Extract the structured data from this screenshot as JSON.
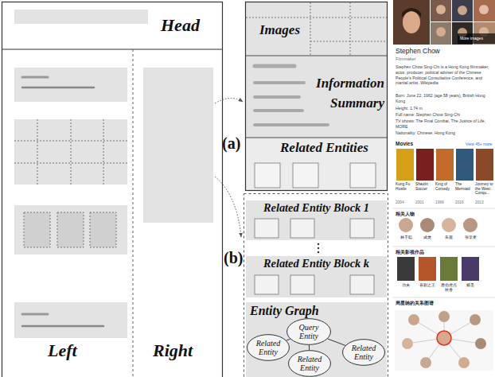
{
  "diagram": {
    "nodes": [
      {
        "text": [
          "Head"
        ]
      },
      {
        "text": [
          "Left"
        ]
      },
      {
        "text": [
          "Right"
        ]
      },
      {
        "text": [
          "Images"
        ]
      },
      {
        "text": [
          "Information Summary"
        ]
      },
      {
        "text": [
          "Related Entities"
        ]
      },
      {
        "text": [
          "Related Entity Block 1"
        ]
      },
      {
        "text": [
          "Related Entity Block k"
        ]
      },
      {
        "text": [
          "Entity Graph"
        ]
      },
      {
        "text": [
          "Query Entity"
        ],
        "in": 8
      },
      {
        "text": [
          "Related Entity"
        ],
        "in": 8
      },
      {
        "text": [
          "Related Entity"
        ],
        "in": 8
      },
      {
        "text": [
          "Related Entity"
        ],
        "in": 8
      }
    ],
    "edges": [
      {
        "from": 9,
        "to": 10,
        "arrow": "none"
      },
      {
        "from": 9,
        "to": 11,
        "arrow": "none"
      },
      {
        "from": 9,
        "to": 12,
        "arrow": "none"
      }
    ],
    "labels": [
      "(a)",
      "(b)",
      "More images",
      "Stephen Chow",
      "Filmmaker",
      "Stephen Chow Sing-Chi is a Hong Kong filmmaker, actor, producer, political adviser of the Chinese People's Political Consultative Conference, and martial artist. Wikipedia",
      "Born: June 22, 1962 (age 58 years), British Hong Kong",
      "Height: 1.74 m",
      "Full name: Stephen Chow Sing-Chi",
      "TV shows: The Final Combat, The Justice of Life, MORE",
      "Nationality: Chinese, Hong Kong",
      "Movies",
      "View 45+ more",
      "Kung Fu Hustle",
      "2004",
      "Shaolin Soccer",
      "2001",
      "King of Comedy",
      "1999",
      "The Mermaid",
      "2016",
      "Journey to the West: Conqu...",
      "2013",
      "相关人物",
      "林子聪",
      "成龙",
      "朱茵",
      "张学友",
      "相关影视作品",
      "功夫",
      "喜剧之王",
      "唐伯虎点秋香",
      "赌圣",
      "周星驰的关系图谱"
    ]
  }
}
